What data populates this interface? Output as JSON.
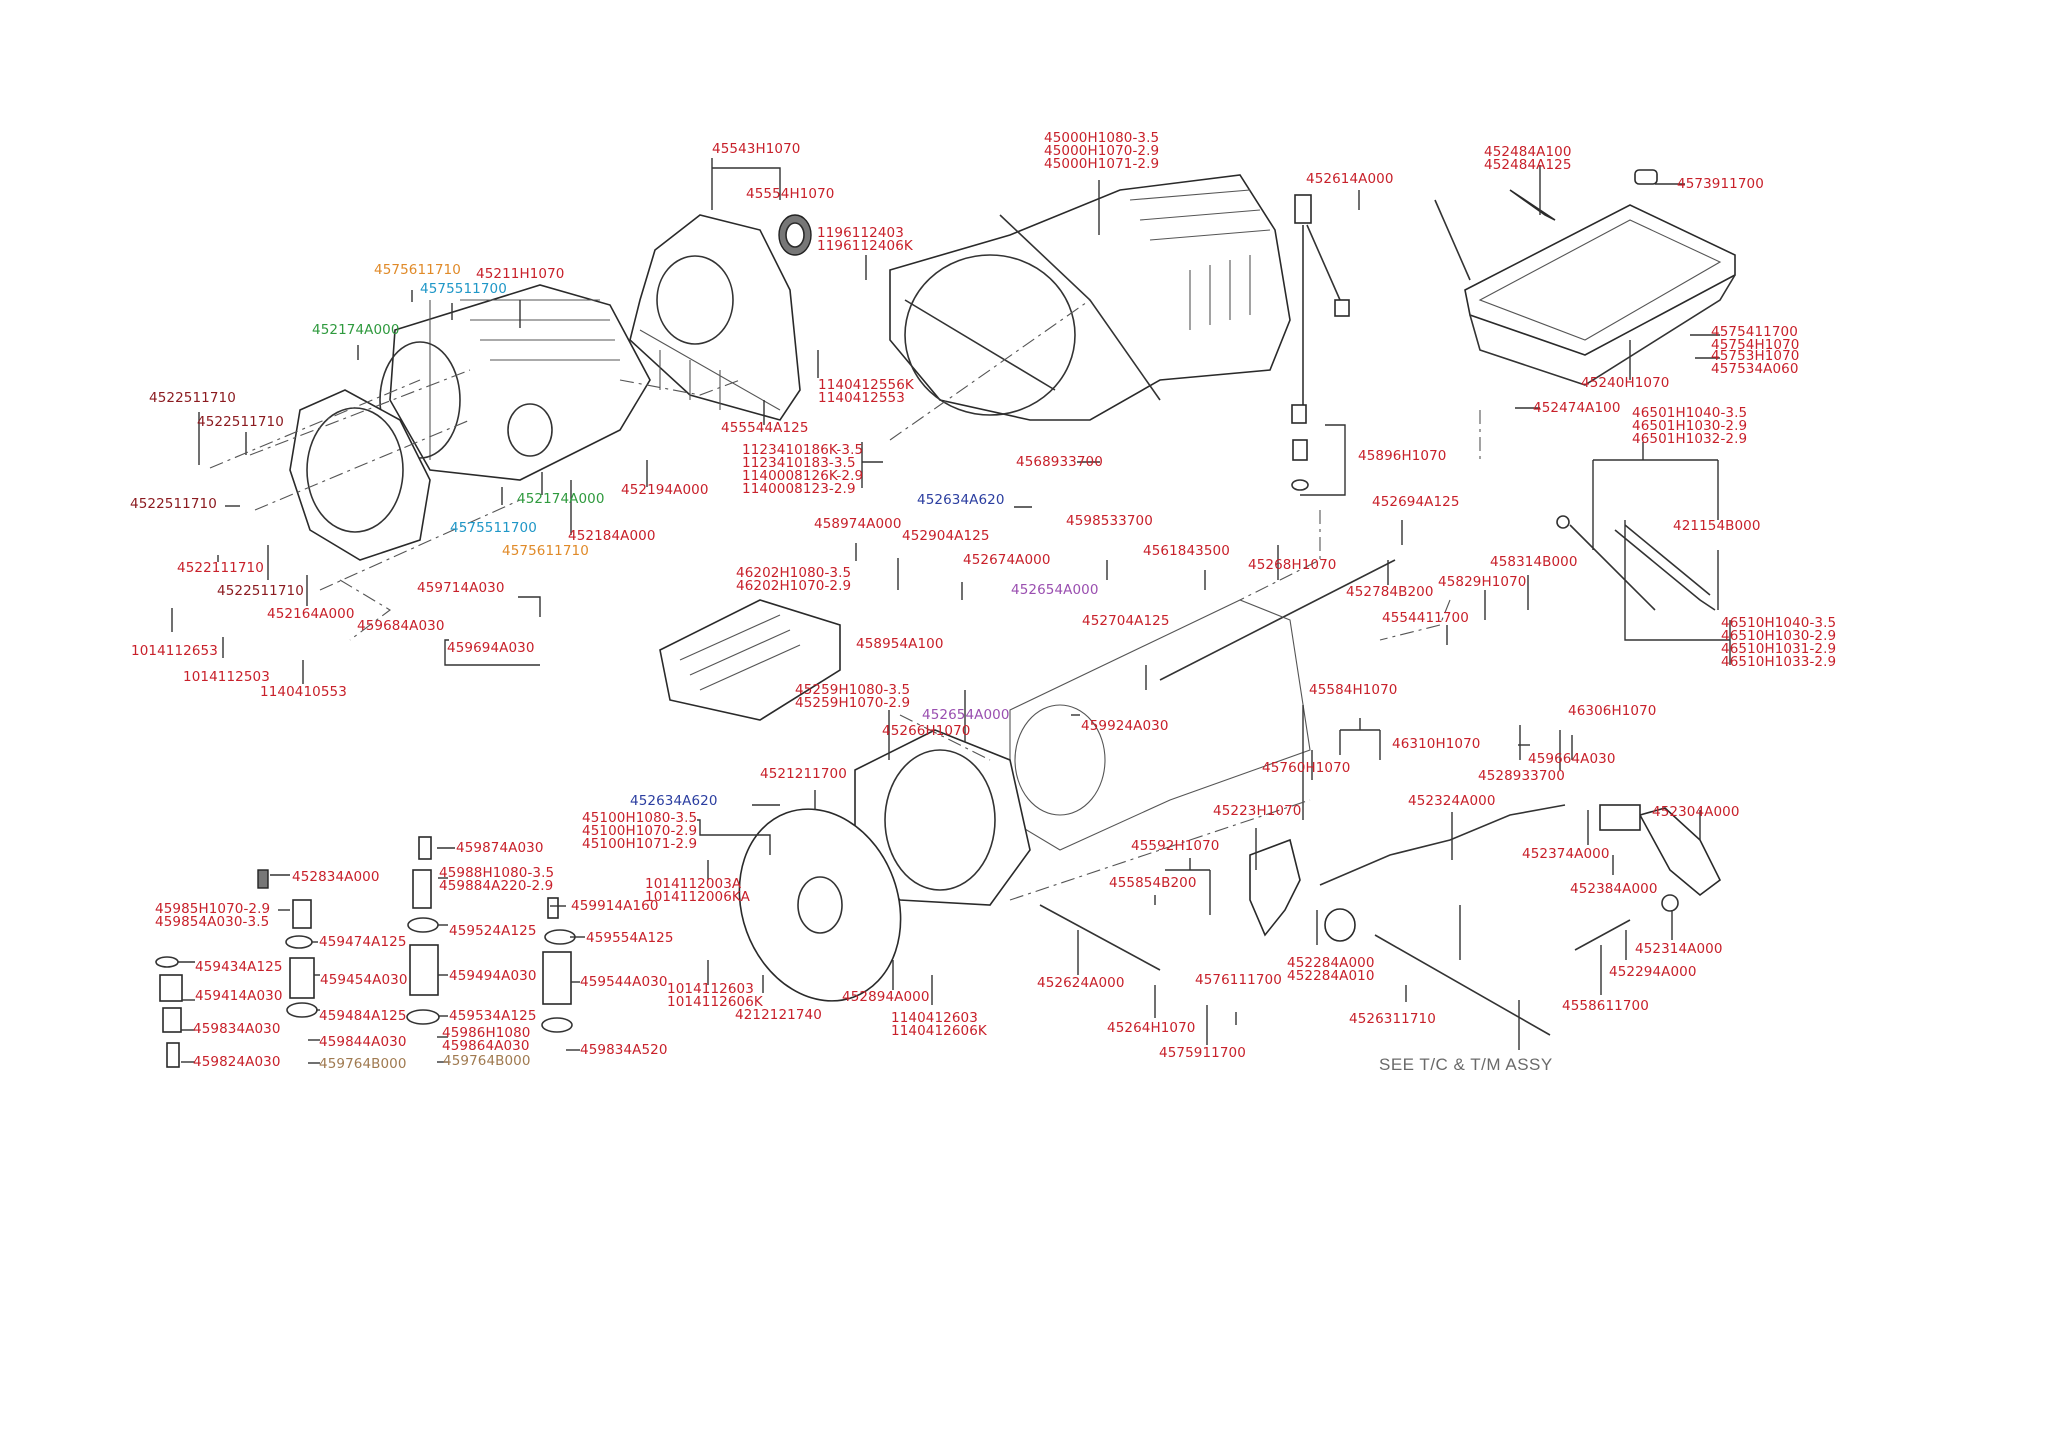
{
  "diagram": {
    "title": "Automatic transmission exploded parts diagram",
    "note": "SEE T/C & T/M ASSY",
    "colors": {
      "red": "#c8202a",
      "dark_red": "#8b1a1f",
      "orange": "#e08a28",
      "cyan": "#1f97c7",
      "green": "#2f9a3e",
      "blue": "#2b3ea0",
      "purple": "#9a4fb0",
      "tan": "#a07a50"
    },
    "labels": [
      {
        "id": "l01",
        "color": "red",
        "lines": [
          "45543H1070"
        ]
      },
      {
        "id": "l02",
        "color": "red",
        "lines": [
          "45554H1070"
        ]
      },
      {
        "id": "l03",
        "color": "red",
        "lines": [
          "1196112403",
          "1196112406K"
        ]
      },
      {
        "id": "l04",
        "color": "red",
        "lines": [
          "45000H1080-3.5",
          "45000H1070-2.9",
          "45000H1071-2.9"
        ]
      },
      {
        "id": "l05",
        "color": "red",
        "lines": [
          "452614A000"
        ]
      },
      {
        "id": "l06",
        "color": "red",
        "lines": [
          "452484A100",
          "452484A125"
        ]
      },
      {
        "id": "l07",
        "color": "red",
        "lines": [
          "4573911700"
        ]
      },
      {
        "id": "l08",
        "color": "orange",
        "lines": [
          "4575611710"
        ]
      },
      {
        "id": "l09",
        "color": "cyan",
        "lines": [
          "4575511700"
        ]
      },
      {
        "id": "l10",
        "color": "red",
        "lines": [
          "45211H1070"
        ]
      },
      {
        "id": "l11",
        "color": "green",
        "lines": [
          "452174A000"
        ]
      },
      {
        "id": "l12",
        "color": "dark",
        "lines": [
          "4522511710"
        ]
      },
      {
        "id": "l13",
        "color": "dark",
        "lines": [
          "4522511710"
        ]
      },
      {
        "id": "l14",
        "color": "dark",
        "lines": [
          "4522511710"
        ]
      },
      {
        "id": "l15",
        "color": "red",
        "lines": [
          "4522111710"
        ]
      },
      {
        "id": "l16",
        "color": "dark",
        "lines": [
          "4522511710"
        ]
      },
      {
        "id": "l17",
        "color": "red",
        "lines": [
          "452164A000"
        ]
      },
      {
        "id": "l18",
        "color": "red",
        "lines": [
          "1014112653"
        ]
      },
      {
        "id": "l19",
        "color": "red",
        "lines": [
          "1014112503"
        ]
      },
      {
        "id": "l20",
        "color": "red",
        "lines": [
          "1140410553"
        ]
      },
      {
        "id": "l21",
        "color": "green",
        "lines": [
          "452174A000"
        ]
      },
      {
        "id": "l22",
        "color": "cyan",
        "lines": [
          "4575511700"
        ]
      },
      {
        "id": "l23",
        "color": "orange",
        "lines": [
          "4575611710"
        ]
      },
      {
        "id": "l24",
        "color": "red",
        "lines": [
          "452184A000"
        ]
      },
      {
        "id": "l25",
        "color": "red",
        "lines": [
          "452194A000"
        ]
      },
      {
        "id": "l26",
        "color": "red",
        "lines": [
          "455544A125"
        ]
      },
      {
        "id": "l27",
        "color": "red",
        "lines": [
          "1140412556K",
          "1140412553"
        ]
      },
      {
        "id": "l28",
        "color": "red",
        "lines": [
          "1123410186K-3.5",
          "1123410183-3.5",
          "1140008126K-2.9",
          "1140008123-2.9"
        ]
      },
      {
        "id": "l29",
        "color": "red",
        "lines": [
          "459714A030"
        ]
      },
      {
        "id": "l30",
        "color": "red",
        "lines": [
          "459684A030"
        ]
      },
      {
        "id": "l31",
        "color": "red",
        "lines": [
          "459694A030"
        ]
      },
      {
        "id": "l32",
        "color": "red",
        "lines": [
          "4568933700"
        ]
      },
      {
        "id": "l33",
        "color": "blue",
        "lines": [
          "452634A620"
        ]
      },
      {
        "id": "l34",
        "color": "red",
        "lines": [
          "4598533700"
        ]
      },
      {
        "id": "l35",
        "color": "red",
        "lines": [
          "458974A000"
        ]
      },
      {
        "id": "l36",
        "color": "red",
        "lines": [
          "452904A125"
        ]
      },
      {
        "id": "l37",
        "color": "red",
        "lines": [
          "452674A000"
        ]
      },
      {
        "id": "l38",
        "color": "purple",
        "lines": [
          "452654A000"
        ]
      },
      {
        "id": "l39",
        "color": "red",
        "lines": [
          "46202H1080-3.5",
          "46202H1070-2.9"
        ]
      },
      {
        "id": "l40",
        "color": "red",
        "lines": [
          "458954A100"
        ]
      },
      {
        "id": "l41",
        "color": "red",
        "lines": [
          "4561843500"
        ]
      },
      {
        "id": "l42",
        "color": "red",
        "lines": [
          "45268H1070"
        ]
      },
      {
        "id": "l43",
        "color": "red",
        "lines": [
          "452704A125"
        ]
      },
      {
        "id": "l44",
        "color": "red",
        "lines": [
          "45896H1070"
        ]
      },
      {
        "id": "l45",
        "color": "red",
        "lines": [
          "452694A125"
        ]
      },
      {
        "id": "l46",
        "color": "red",
        "lines": [
          "452784B200"
        ]
      },
      {
        "id": "l47",
        "color": "red",
        "lines": [
          "45829H1070"
        ]
      },
      {
        "id": "l48",
        "color": "red",
        "lines": [
          "458314B000"
        ]
      },
      {
        "id": "l49",
        "color": "red",
        "lines": [
          "4554411700"
        ]
      },
      {
        "id": "l50",
        "color": "red",
        "lines": [
          "4575411700",
          "45754H1070"
        ]
      },
      {
        "id": "l51",
        "color": "red",
        "lines": [
          "45753H1070",
          "457534A060"
        ]
      },
      {
        "id": "l52",
        "color": "red",
        "lines": [
          "45240H1070"
        ]
      },
      {
        "id": "l53",
        "color": "red",
        "lines": [
          "452474A100"
        ]
      },
      {
        "id": "l54",
        "color": "red",
        "lines": [
          "46501H1040-3.5",
          "46501H1030-2.9",
          "46501H1032-2.9"
        ]
      },
      {
        "id": "l55",
        "color": "red",
        "lines": [
          "421154B000"
        ]
      },
      {
        "id": "l56",
        "color": "red",
        "lines": [
          "46510H1040-3.5",
          "46510H1030-2.9",
          "46510H1031-2.9",
          "46510H1033-2.9"
        ]
      },
      {
        "id": "l57",
        "color": "red",
        "lines": [
          "45259H1080-3.5",
          "45259H1070-2.9"
        ]
      },
      {
        "id": "l58",
        "color": "purple",
        "lines": [
          "452654A000"
        ]
      },
      {
        "id": "l59",
        "color": "red",
        "lines": [
          "45266H1070"
        ]
      },
      {
        "id": "l60",
        "color": "red",
        "lines": [
          "459924A030"
        ]
      },
      {
        "id": "l61",
        "color": "red",
        "lines": [
          "45584H1070"
        ]
      },
      {
        "id": "l62",
        "color": "red",
        "lines": [
          "46310H1070"
        ]
      },
      {
        "id": "l63",
        "color": "red",
        "lines": [
          "46306H1070"
        ]
      },
      {
        "id": "l64",
        "color": "red",
        "lines": [
          "459664A030"
        ]
      },
      {
        "id": "l65",
        "color": "red",
        "lines": [
          "4528933700"
        ]
      },
      {
        "id": "l66",
        "color": "red",
        "lines": [
          "45760H1070"
        ]
      },
      {
        "id": "l67",
        "color": "red",
        "lines": [
          "4521211700"
        ]
      },
      {
        "id": "l68",
        "color": "blue",
        "lines": [
          "452634A620"
        ]
      },
      {
        "id": "l69",
        "color": "red",
        "lines": [
          "45100H1080-3.5",
          "45100H1070-2.9",
          "45100H1071-2.9"
        ]
      },
      {
        "id": "l70",
        "color": "red",
        "lines": [
          "1014112003A",
          "1014112006KA"
        ]
      },
      {
        "id": "l71",
        "color": "red",
        "lines": [
          "1014112603",
          "1014112606K"
        ]
      },
      {
        "id": "l72",
        "color": "red",
        "lines": [
          "4212121740"
        ]
      },
      {
        "id": "l73",
        "color": "red",
        "lines": [
          "452894A000"
        ]
      },
      {
        "id": "l74",
        "color": "red",
        "lines": [
          "1140412603",
          "1140412606K"
        ]
      },
      {
        "id": "l75",
        "color": "red",
        "lines": [
          "45223H1070"
        ]
      },
      {
        "id": "l76",
        "color": "red",
        "lines": [
          "45592H1070"
        ]
      },
      {
        "id": "l77",
        "color": "red",
        "lines": [
          "455854B200"
        ]
      },
      {
        "id": "l78",
        "color": "red",
        "lines": [
          "452624A000"
        ]
      },
      {
        "id": "l79",
        "color": "red",
        "lines": [
          "45264H1070"
        ]
      },
      {
        "id": "l80",
        "color": "red",
        "lines": [
          "4576111700"
        ]
      },
      {
        "id": "l81",
        "color": "red",
        "lines": [
          "4575911700"
        ]
      },
      {
        "id": "l82",
        "color": "red",
        "lines": [
          "452284A000",
          "452284A010"
        ]
      },
      {
        "id": "l83",
        "color": "red",
        "lines": [
          "4526311710"
        ]
      },
      {
        "id": "l84",
        "color": "red",
        "lines": [
          "452324A000"
        ]
      },
      {
        "id": "l85",
        "color": "red",
        "lines": [
          "452374A000"
        ]
      },
      {
        "id": "l86",
        "color": "red",
        "lines": [
          "452304A000"
        ]
      },
      {
        "id": "l87",
        "color": "red",
        "lines": [
          "452384A000"
        ]
      },
      {
        "id": "l88",
        "color": "red",
        "lines": [
          "452314A000"
        ]
      },
      {
        "id": "l89",
        "color": "red",
        "lines": [
          "452294A000"
        ]
      },
      {
        "id": "l90",
        "color": "red",
        "lines": [
          "4558611700"
        ]
      },
      {
        "id": "l91",
        "color": "red",
        "lines": [
          "459874A030"
        ]
      },
      {
        "id": "l92",
        "color": "red",
        "lines": [
          "452834A000"
        ]
      },
      {
        "id": "l93",
        "color": "red",
        "lines": [
          "45988H1080-3.5",
          "459884A220-2.9"
        ]
      },
      {
        "id": "l94",
        "color": "red",
        "lines": [
          "459914A160"
        ]
      },
      {
        "id": "l95",
        "color": "red",
        "lines": [
          "45985H1070-2.9",
          "459854A030-3.5"
        ]
      },
      {
        "id": "l96",
        "color": "red",
        "lines": [
          "459474A125"
        ]
      },
      {
        "id": "l97",
        "color": "red",
        "lines": [
          "459524A125"
        ]
      },
      {
        "id": "l98",
        "color": "red",
        "lines": [
          "459554A125"
        ]
      },
      {
        "id": "l99",
        "color": "red",
        "lines": [
          "459434A125"
        ]
      },
      {
        "id": "l100",
        "color": "red",
        "lines": [
          "459454A030"
        ]
      },
      {
        "id": "l101",
        "color": "red",
        "lines": [
          "459494A030"
        ]
      },
      {
        "id": "l102",
        "color": "red",
        "lines": [
          "459544A030"
        ]
      },
      {
        "id": "l103",
        "color": "red",
        "lines": [
          "459414A030"
        ]
      },
      {
        "id": "l104",
        "color": "red",
        "lines": [
          "459484A125"
        ]
      },
      {
        "id": "l105",
        "color": "red",
        "lines": [
          "459534A125"
        ]
      },
      {
        "id": "l106",
        "color": "red",
        "lines": [
          "459834A030"
        ]
      },
      {
        "id": "l107",
        "color": "red",
        "lines": [
          "459844A030"
        ]
      },
      {
        "id": "l108",
        "color": "red",
        "lines": [
          "45986H1080",
          "459864A030"
        ]
      },
      {
        "id": "l109",
        "color": "red",
        "lines": [
          "459834A520"
        ]
      },
      {
        "id": "l110",
        "color": "red",
        "lines": [
          "459824A030"
        ]
      },
      {
        "id": "l111",
        "color": "tan",
        "lines": [
          "459764B000"
        ]
      },
      {
        "id": "l112",
        "color": "tan",
        "lines": [
          "459764B000"
        ]
      }
    ]
  }
}
